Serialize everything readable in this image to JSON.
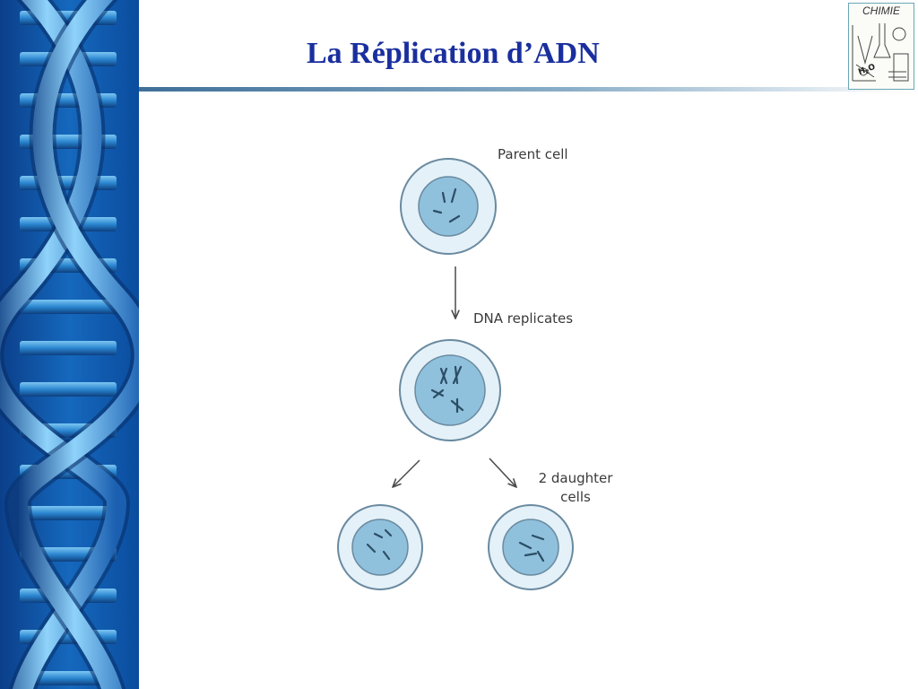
{
  "slide": {
    "title": "La Réplication d’ADN",
    "title_color": "#1a2f9e",
    "background_band_color": "#0a4fa3"
  },
  "logo": {
    "text": "CHIMIE",
    "formula": "H2O",
    "icon": "chemistry-lab-sketch-icon"
  },
  "diagram": {
    "labels": {
      "parent": "Parent cell",
      "replicates": "DNA replicates",
      "daughter": "2 daughter cells"
    },
    "colors": {
      "cell_outer": "#e4f1f8",
      "nucleus": "#8fc0dc",
      "outline": "#6a8aa0",
      "chromosome": "#2c4d66"
    }
  }
}
